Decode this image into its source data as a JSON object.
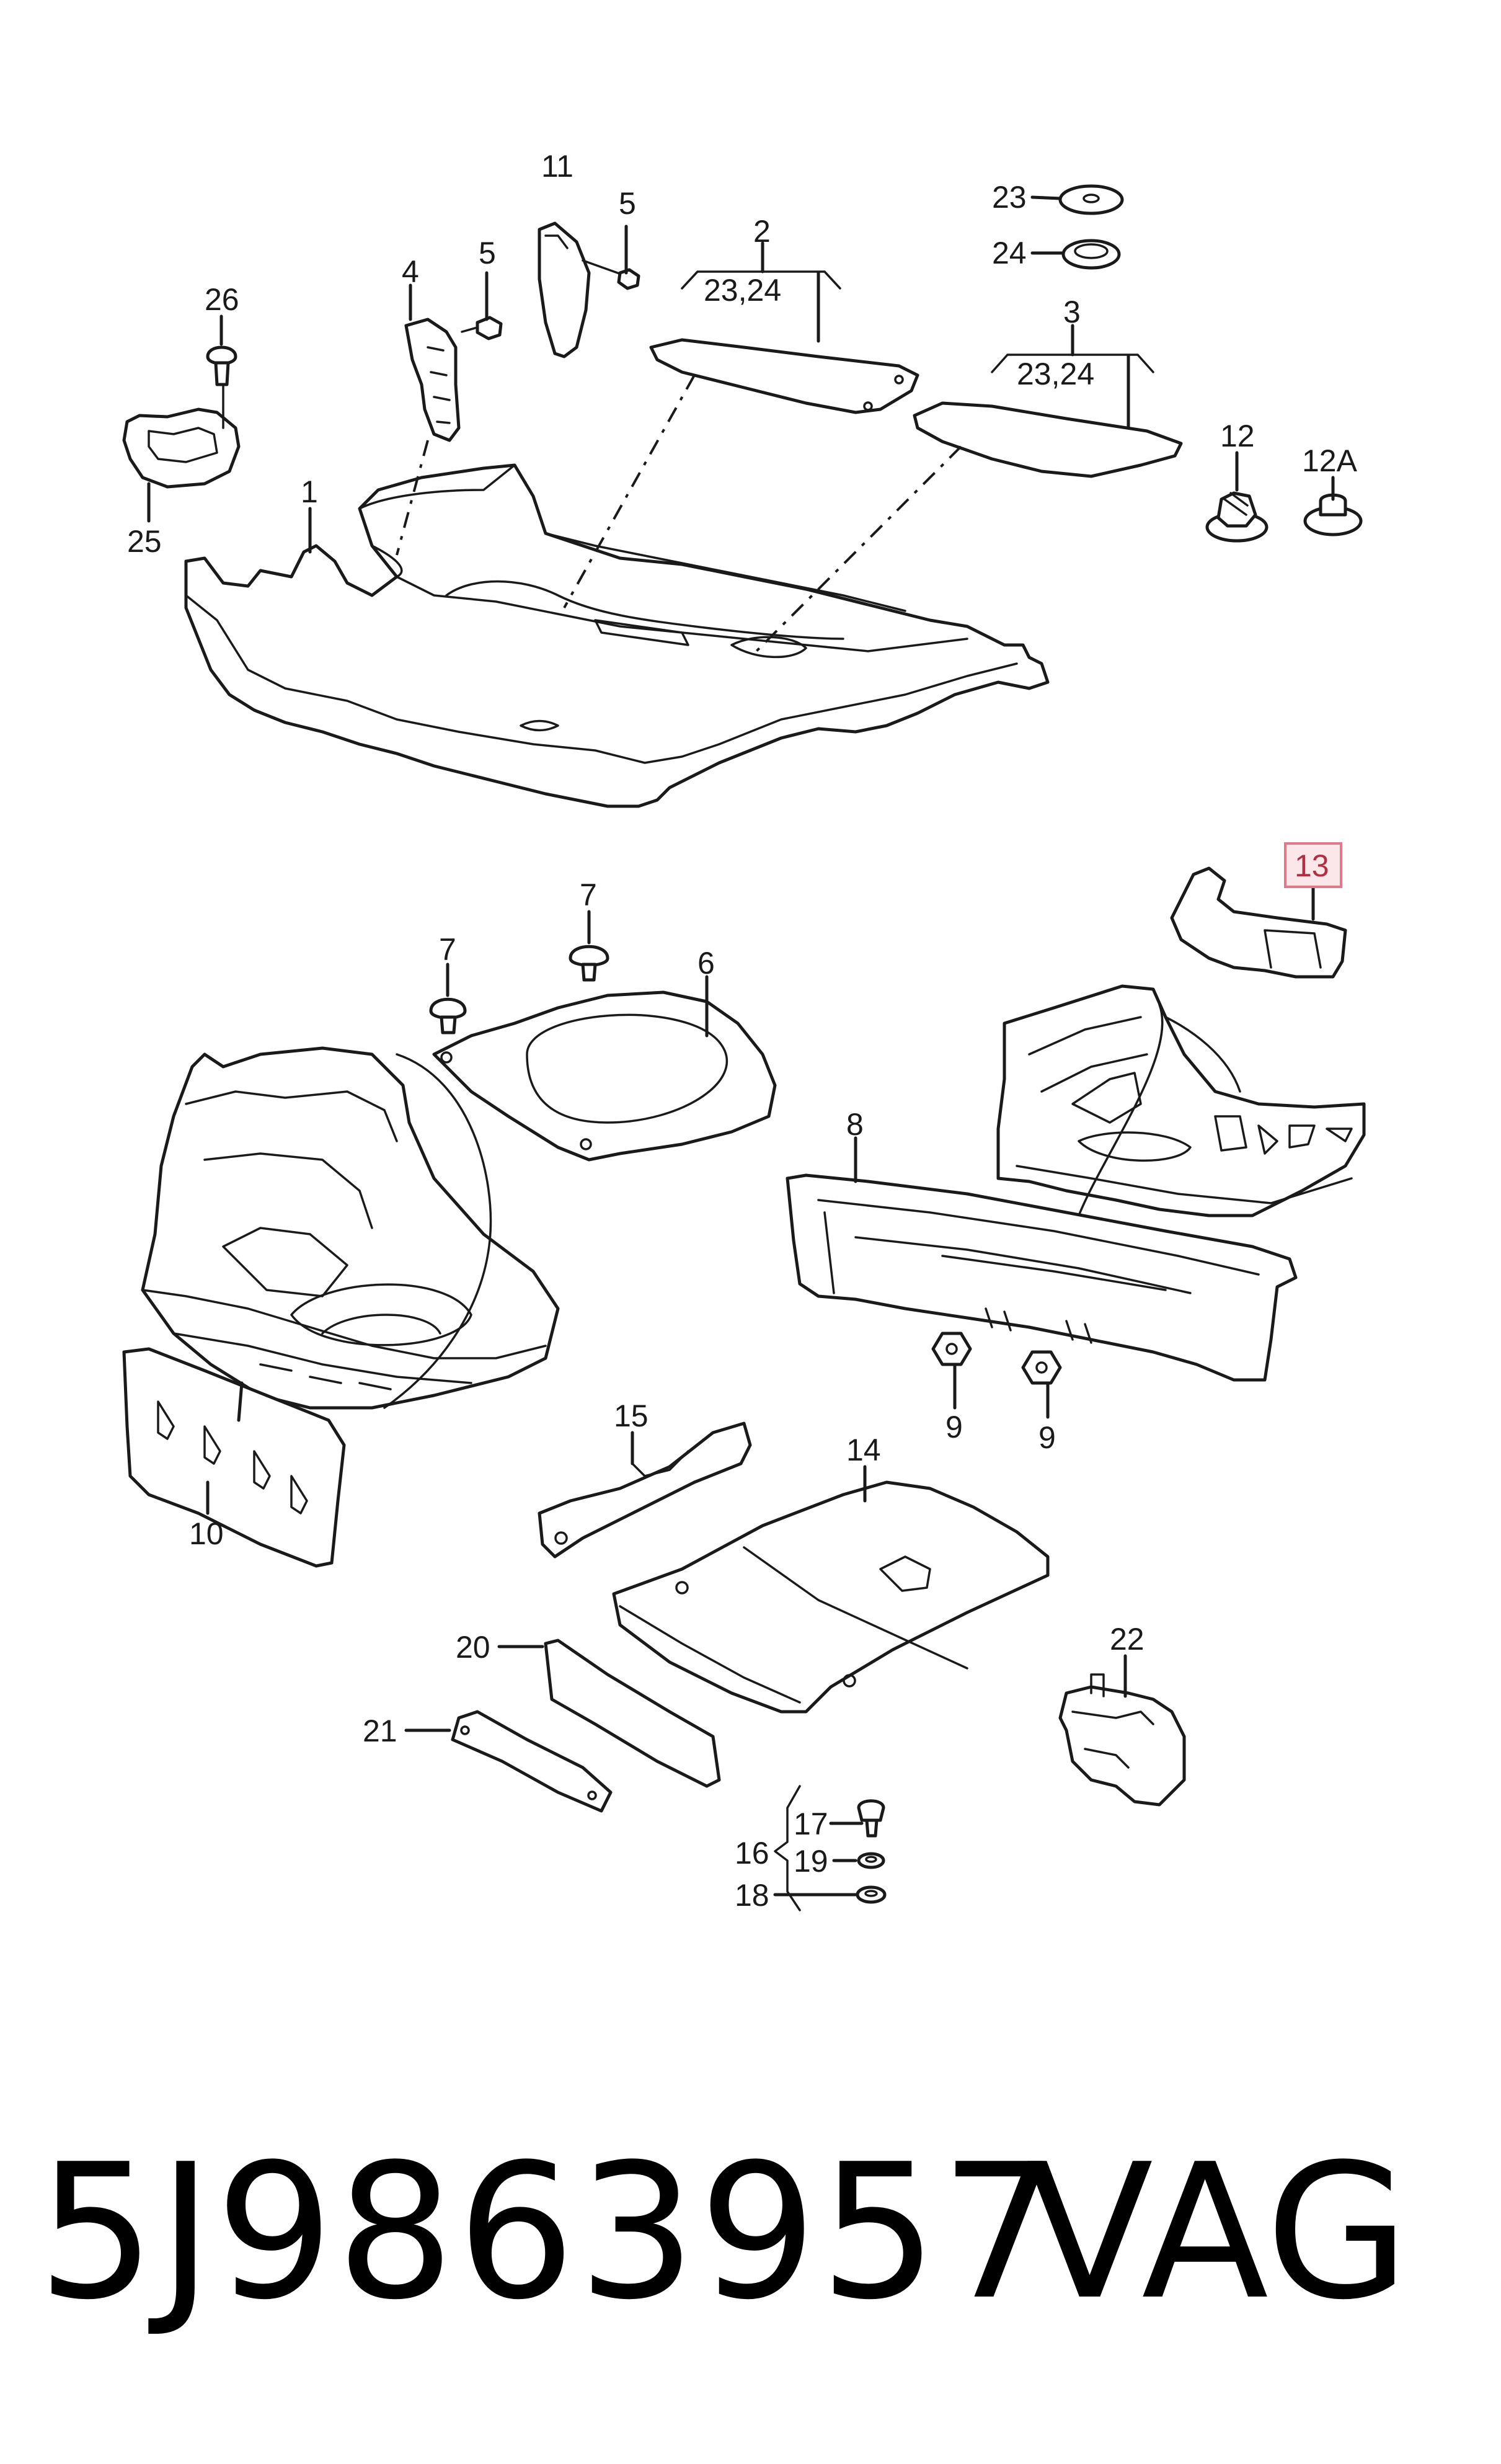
{
  "diagram": {
    "callouts": [
      {
        "id": "c1",
        "text": "1"
      },
      {
        "id": "c2",
        "text": "2"
      },
      {
        "id": "c2sub",
        "text": "23,24"
      },
      {
        "id": "c3",
        "text": "3"
      },
      {
        "id": "c3sub",
        "text": "23,24"
      },
      {
        "id": "c4",
        "text": "4"
      },
      {
        "id": "c5a",
        "text": "5"
      },
      {
        "id": "c5b",
        "text": "5"
      },
      {
        "id": "c6",
        "text": "6"
      },
      {
        "id": "c7a",
        "text": "7"
      },
      {
        "id": "c7b",
        "text": "7"
      },
      {
        "id": "c8",
        "text": "8"
      },
      {
        "id": "c9a",
        "text": "9"
      },
      {
        "id": "c9b",
        "text": "9"
      },
      {
        "id": "c10",
        "text": "10"
      },
      {
        "id": "c11",
        "text": "11"
      },
      {
        "id": "c12",
        "text": "12"
      },
      {
        "id": "c12A",
        "text": "12A"
      },
      {
        "id": "c13",
        "text": "13"
      },
      {
        "id": "c14",
        "text": "14"
      },
      {
        "id": "c15",
        "text": "15"
      },
      {
        "id": "c16",
        "text": "16"
      },
      {
        "id": "c17",
        "text": "17"
      },
      {
        "id": "c18",
        "text": "18"
      },
      {
        "id": "c19",
        "text": "19"
      },
      {
        "id": "c20",
        "text": "20"
      },
      {
        "id": "c21",
        "text": "21"
      },
      {
        "id": "c22",
        "text": "22"
      },
      {
        "id": "c23",
        "text": "23"
      },
      {
        "id": "c24",
        "text": "24"
      },
      {
        "id": "c25",
        "text": "25"
      },
      {
        "id": "c26",
        "text": "26"
      }
    ],
    "highlighted_callout": "13",
    "highlight_color": "#e07a8a"
  },
  "footer": {
    "part_number": "5J9863957",
    "brand": "VAG"
  }
}
